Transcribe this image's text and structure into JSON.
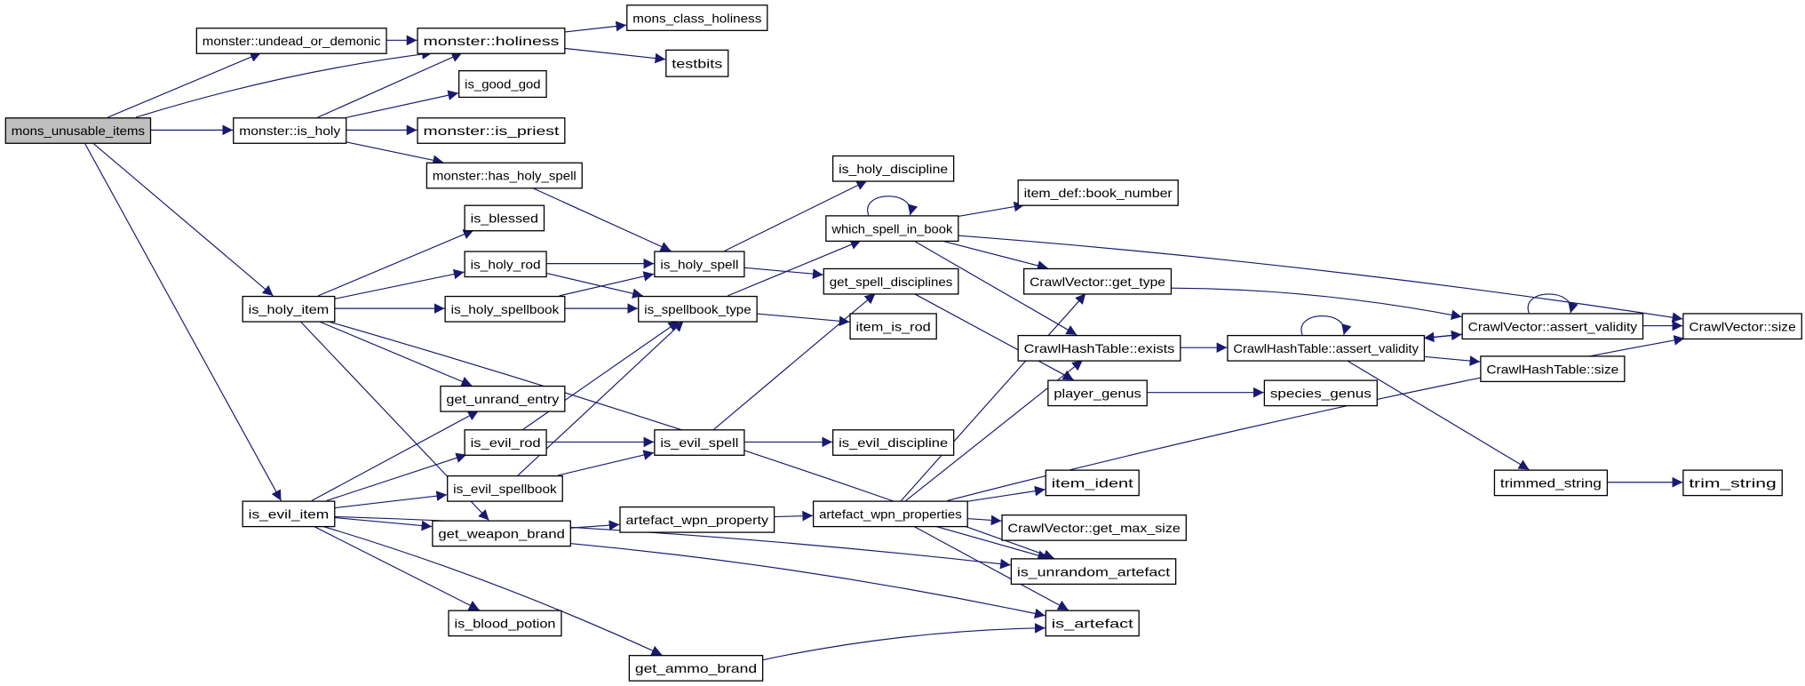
{
  "graph": {
    "root": "mons_unusable_items",
    "colors": {
      "edge": "#191970",
      "root_fill": "#bfbfbf",
      "node_fill": "#ffffff",
      "border": "#000000"
    },
    "nodes": [
      {
        "id": "mui",
        "label": "mons_unusable_items"
      },
      {
        "id": "uod",
        "label": "monster::undead_or_demonic"
      },
      {
        "id": "hol",
        "label": "monster::holiness"
      },
      {
        "id": "mch",
        "label": "mons_class_holiness"
      },
      {
        "id": "tb",
        "label": "testbits"
      },
      {
        "id": "igg",
        "label": "is_good_god"
      },
      {
        "id": "mih",
        "label": "monster::is_holy"
      },
      {
        "id": "mip",
        "label": "monster::is_priest"
      },
      {
        "id": "hhs",
        "label": "monster::has_holy_spell"
      },
      {
        "id": "ihd",
        "label": "is_holy_discipline"
      },
      {
        "id": "bn",
        "label": "item_def::book_number"
      },
      {
        "id": "ib",
        "label": "is_blessed"
      },
      {
        "id": "wsib",
        "label": "which_spell_in_book"
      },
      {
        "id": "ihr",
        "label": "is_holy_rod"
      },
      {
        "id": "ihs",
        "label": "is_holy_spell"
      },
      {
        "id": "gsd",
        "label": "get_spell_disciplines"
      },
      {
        "id": "cvgt",
        "label": "CrawlVector::get_type"
      },
      {
        "id": "ihi",
        "label": "is_holy_item"
      },
      {
        "id": "ihsb",
        "label": "is_holy_spellbook"
      },
      {
        "id": "ist",
        "label": "is_spellbook_type"
      },
      {
        "id": "iir",
        "label": "item_is_rod"
      },
      {
        "id": "cvav",
        "label": "CrawlVector::assert_validity"
      },
      {
        "id": "cvs",
        "label": "CrawlVector::size"
      },
      {
        "id": "chte",
        "label": "CrawlHashTable::exists"
      },
      {
        "id": "chtav",
        "label": "CrawlHashTable::assert_validity"
      },
      {
        "id": "chts",
        "label": "CrawlHashTable::size"
      },
      {
        "id": "pg",
        "label": "player_genus"
      },
      {
        "id": "sg",
        "label": "species_genus"
      },
      {
        "id": "gue",
        "label": "get_unrand_entry"
      },
      {
        "id": "ier",
        "label": "is_evil_rod"
      },
      {
        "id": "ies",
        "label": "is_evil_spell"
      },
      {
        "id": "ied",
        "label": "is_evil_discipline"
      },
      {
        "id": "trs",
        "label": "trimmed_string"
      },
      {
        "id": "ts",
        "label": "trim_string"
      },
      {
        "id": "ii",
        "label": "item_ident"
      },
      {
        "id": "iesb",
        "label": "is_evil_spellbook"
      },
      {
        "id": "iei",
        "label": "is_evil_item"
      },
      {
        "id": "awps",
        "label": "artefact_wpn_properties"
      },
      {
        "id": "awp",
        "label": "artefact_wpn_property"
      },
      {
        "id": "gwb",
        "label": "get_weapon_brand"
      },
      {
        "id": "cvgms",
        "label": "CrawlVector::get_max_size"
      },
      {
        "id": "iua",
        "label": "is_unrandom_artefact"
      },
      {
        "id": "ibp",
        "label": "is_blood_potion"
      },
      {
        "id": "ia",
        "label": "is_artefact"
      },
      {
        "id": "gab",
        "label": "get_ammo_brand"
      }
    ],
    "edges": [
      [
        "mui",
        "uod"
      ],
      [
        "mui",
        "hol"
      ],
      [
        "mui",
        "mih"
      ],
      [
        "mui",
        "ihi"
      ],
      [
        "mui",
        "iei"
      ],
      [
        "uod",
        "hol"
      ],
      [
        "hol",
        "mch"
      ],
      [
        "hol",
        "tb"
      ],
      [
        "mih",
        "hol"
      ],
      [
        "mih",
        "igg"
      ],
      [
        "mih",
        "mip"
      ],
      [
        "mih",
        "hhs"
      ],
      [
        "hhs",
        "ihs"
      ],
      [
        "ihi",
        "ib"
      ],
      [
        "ihi",
        "ihr"
      ],
      [
        "ihi",
        "ihsb"
      ],
      [
        "ihi",
        "gue"
      ],
      [
        "ihi",
        "iua"
      ],
      [
        "ihi",
        "gwb"
      ],
      [
        "ihr",
        "ihs"
      ],
      [
        "ihr",
        "ist"
      ],
      [
        "ihsb",
        "ihs"
      ],
      [
        "ihsb",
        "ist"
      ],
      [
        "ihs",
        "ihd"
      ],
      [
        "ihs",
        "gsd"
      ],
      [
        "ist",
        "wsib"
      ],
      [
        "ist",
        "iir"
      ],
      [
        "wsib",
        "wsib"
      ],
      [
        "wsib",
        "bn"
      ],
      [
        "wsib",
        "cvgt"
      ],
      [
        "wsib",
        "cvs"
      ],
      [
        "wsib",
        "chte"
      ],
      [
        "gsd",
        "pg"
      ],
      [
        "cvgt",
        "cvav"
      ],
      [
        "chte",
        "chtav"
      ],
      [
        "chtav",
        "chtav"
      ],
      [
        "chtav",
        "cvav"
      ],
      [
        "chtav",
        "chts"
      ],
      [
        "chtav",
        "trs"
      ],
      [
        "cvav",
        "cvav"
      ],
      [
        "cvav",
        "chtav"
      ],
      [
        "cvav",
        "cvs"
      ],
      [
        "pg",
        "sg"
      ],
      [
        "trs",
        "ts"
      ],
      [
        "iei",
        "gue"
      ],
      [
        "iei",
        "ier"
      ],
      [
        "iei",
        "iesb"
      ],
      [
        "iei",
        "gwb"
      ],
      [
        "iei",
        "iua"
      ],
      [
        "iei",
        "ibp"
      ],
      [
        "iei",
        "gab"
      ],
      [
        "ier",
        "ies"
      ],
      [
        "ier",
        "ist"
      ],
      [
        "iesb",
        "ies"
      ],
      [
        "iesb",
        "ist"
      ],
      [
        "ies",
        "ied"
      ],
      [
        "ies",
        "gsd"
      ],
      [
        "gwb",
        "awp"
      ],
      [
        "gwb",
        "ia"
      ],
      [
        "awp",
        "awps"
      ],
      [
        "awps",
        "ii"
      ],
      [
        "awps",
        "cvgms"
      ],
      [
        "awps",
        "iua"
      ],
      [
        "awps",
        "ia"
      ],
      [
        "awps",
        "cvgt"
      ],
      [
        "awps",
        "chte"
      ],
      [
        "awps",
        "cvs"
      ],
      [
        "gab",
        "ia"
      ]
    ]
  }
}
